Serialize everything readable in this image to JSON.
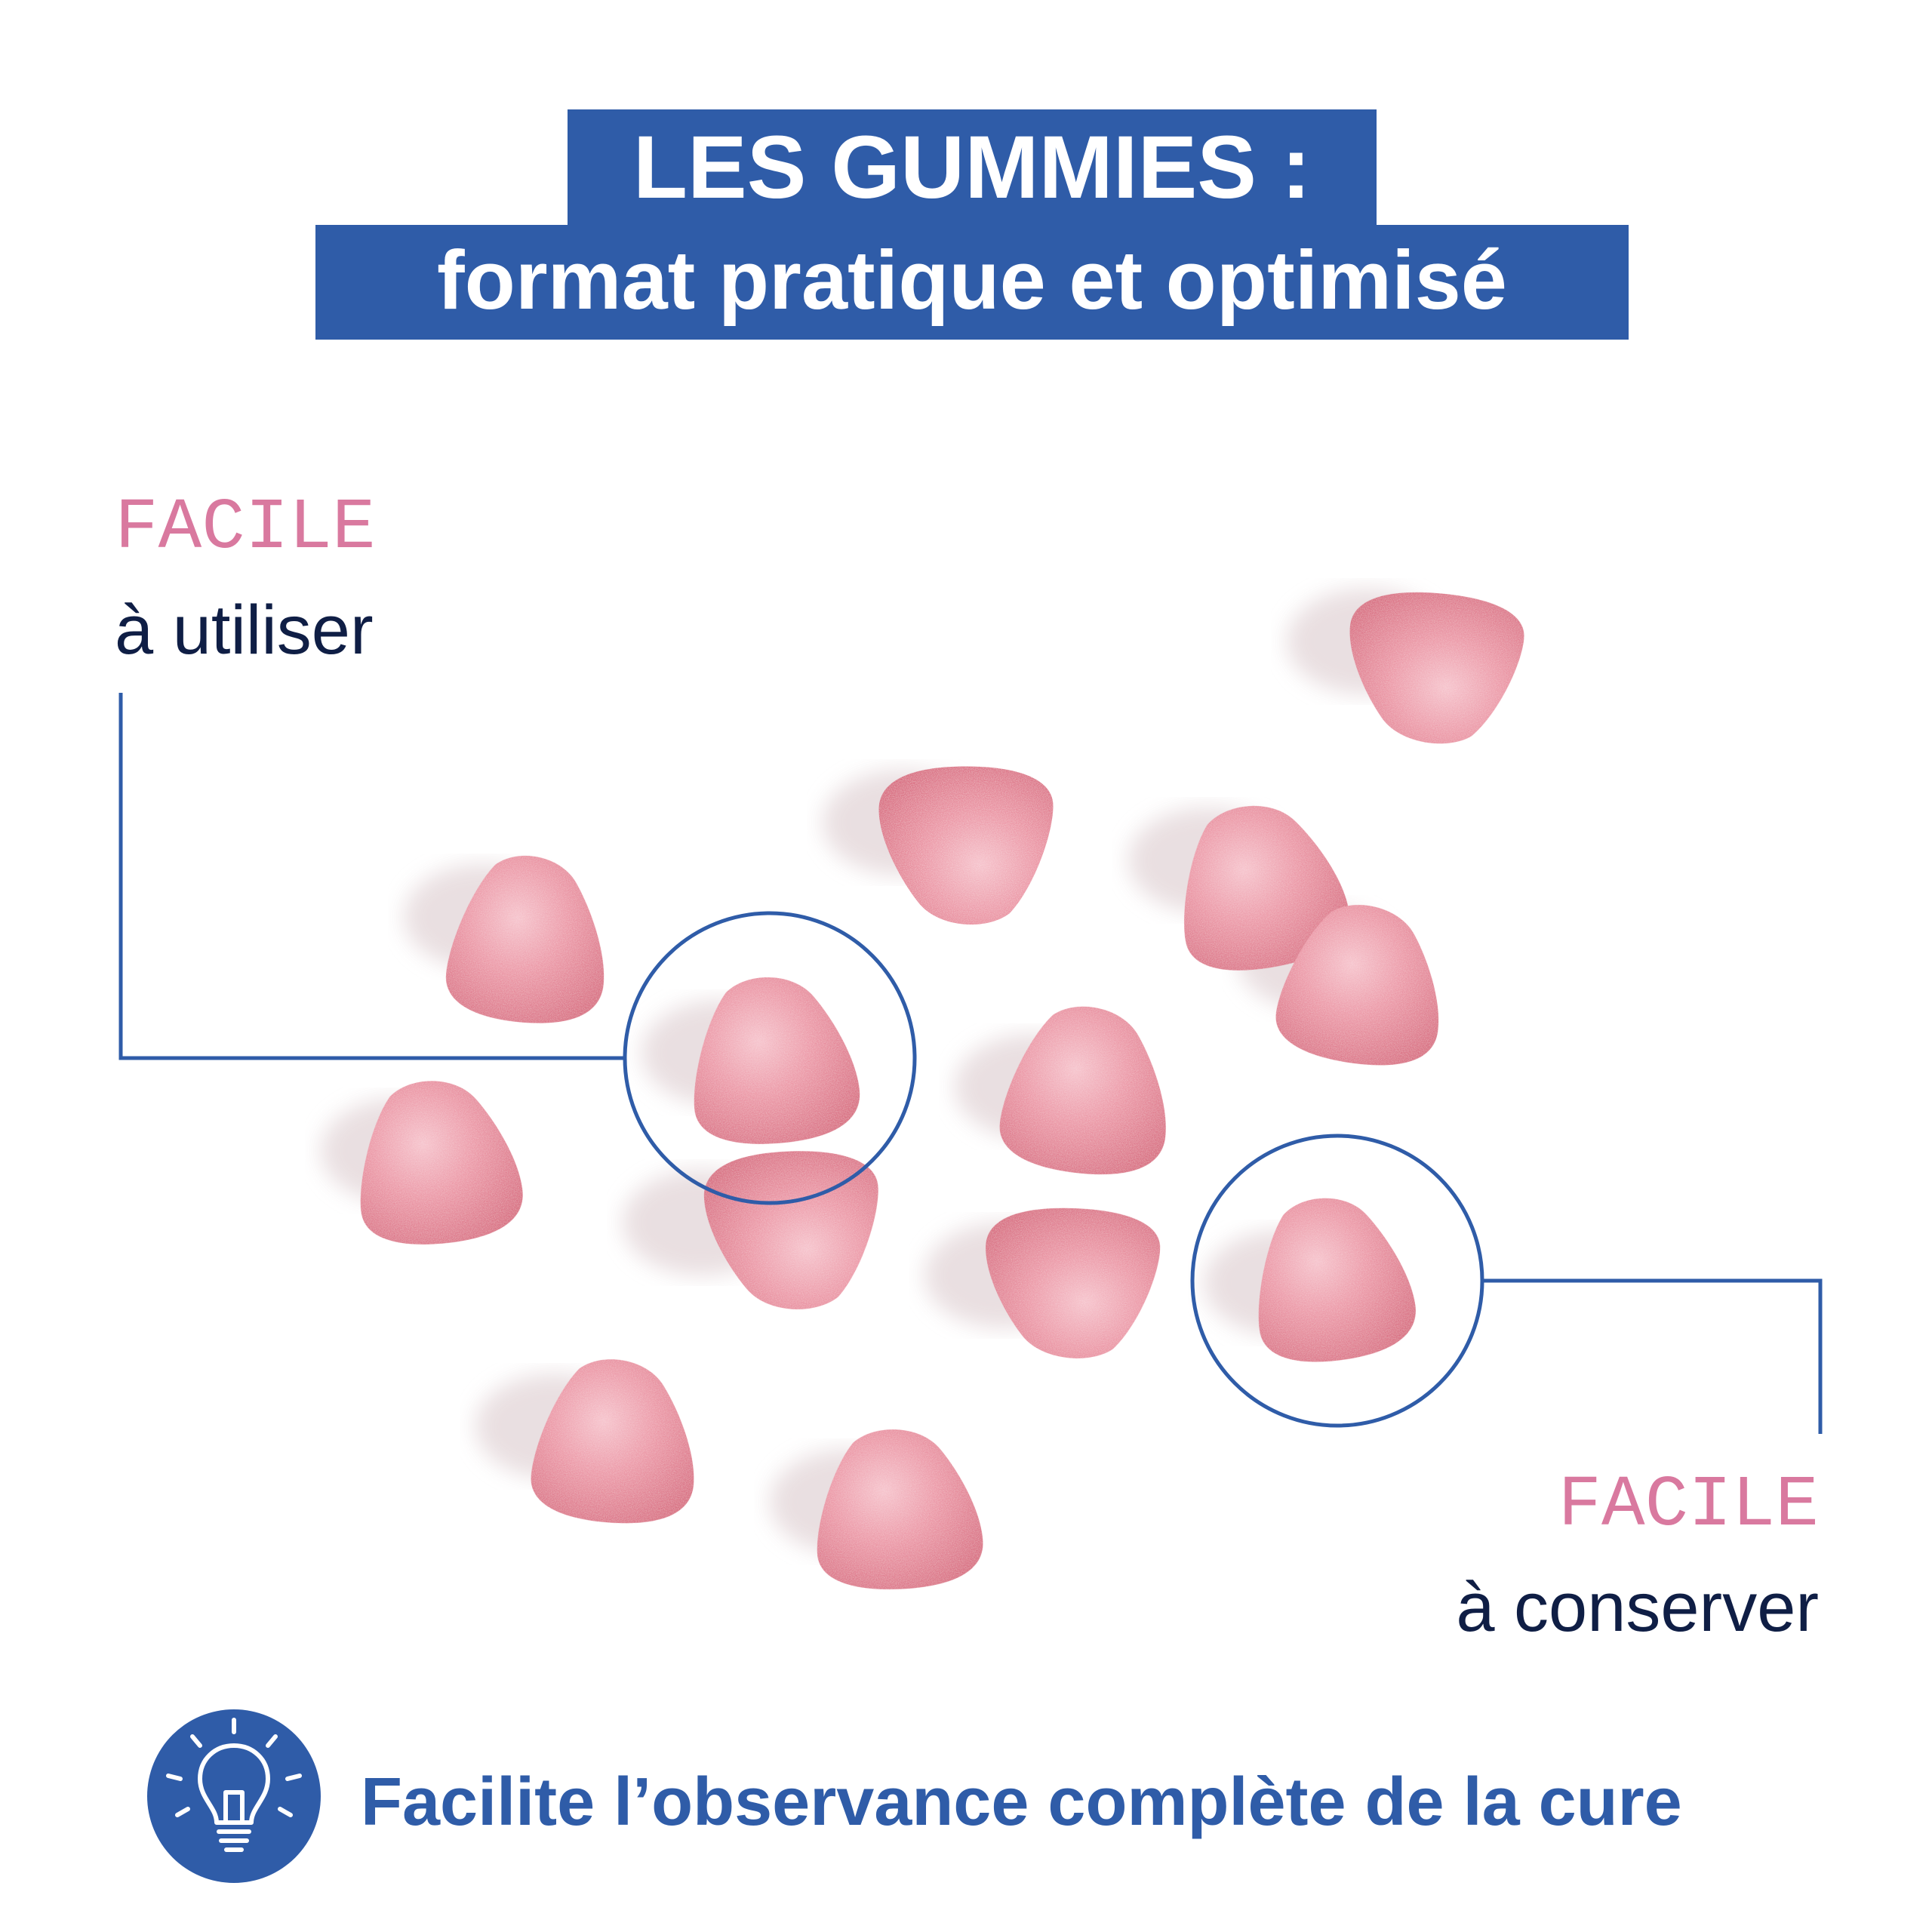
{
  "header": {
    "line1": "LES GUMMIES :",
    "line2": "format pratique et optimisé"
  },
  "callout_left": {
    "tag": "FACILE",
    "text": "à utiliser"
  },
  "callout_right": {
    "tag": "FACILE",
    "text": "à conserver"
  },
  "footer": {
    "text": "Facilite l’observance complète de la cure",
    "icon": "lightbulb-icon"
  },
  "colors": {
    "brand_blue": "#2f5ca8",
    "accent_pink": "#d9799f",
    "text_navy": "#0f1e45",
    "gummy_pink": "#e07a8c",
    "background": "#ffffff"
  }
}
